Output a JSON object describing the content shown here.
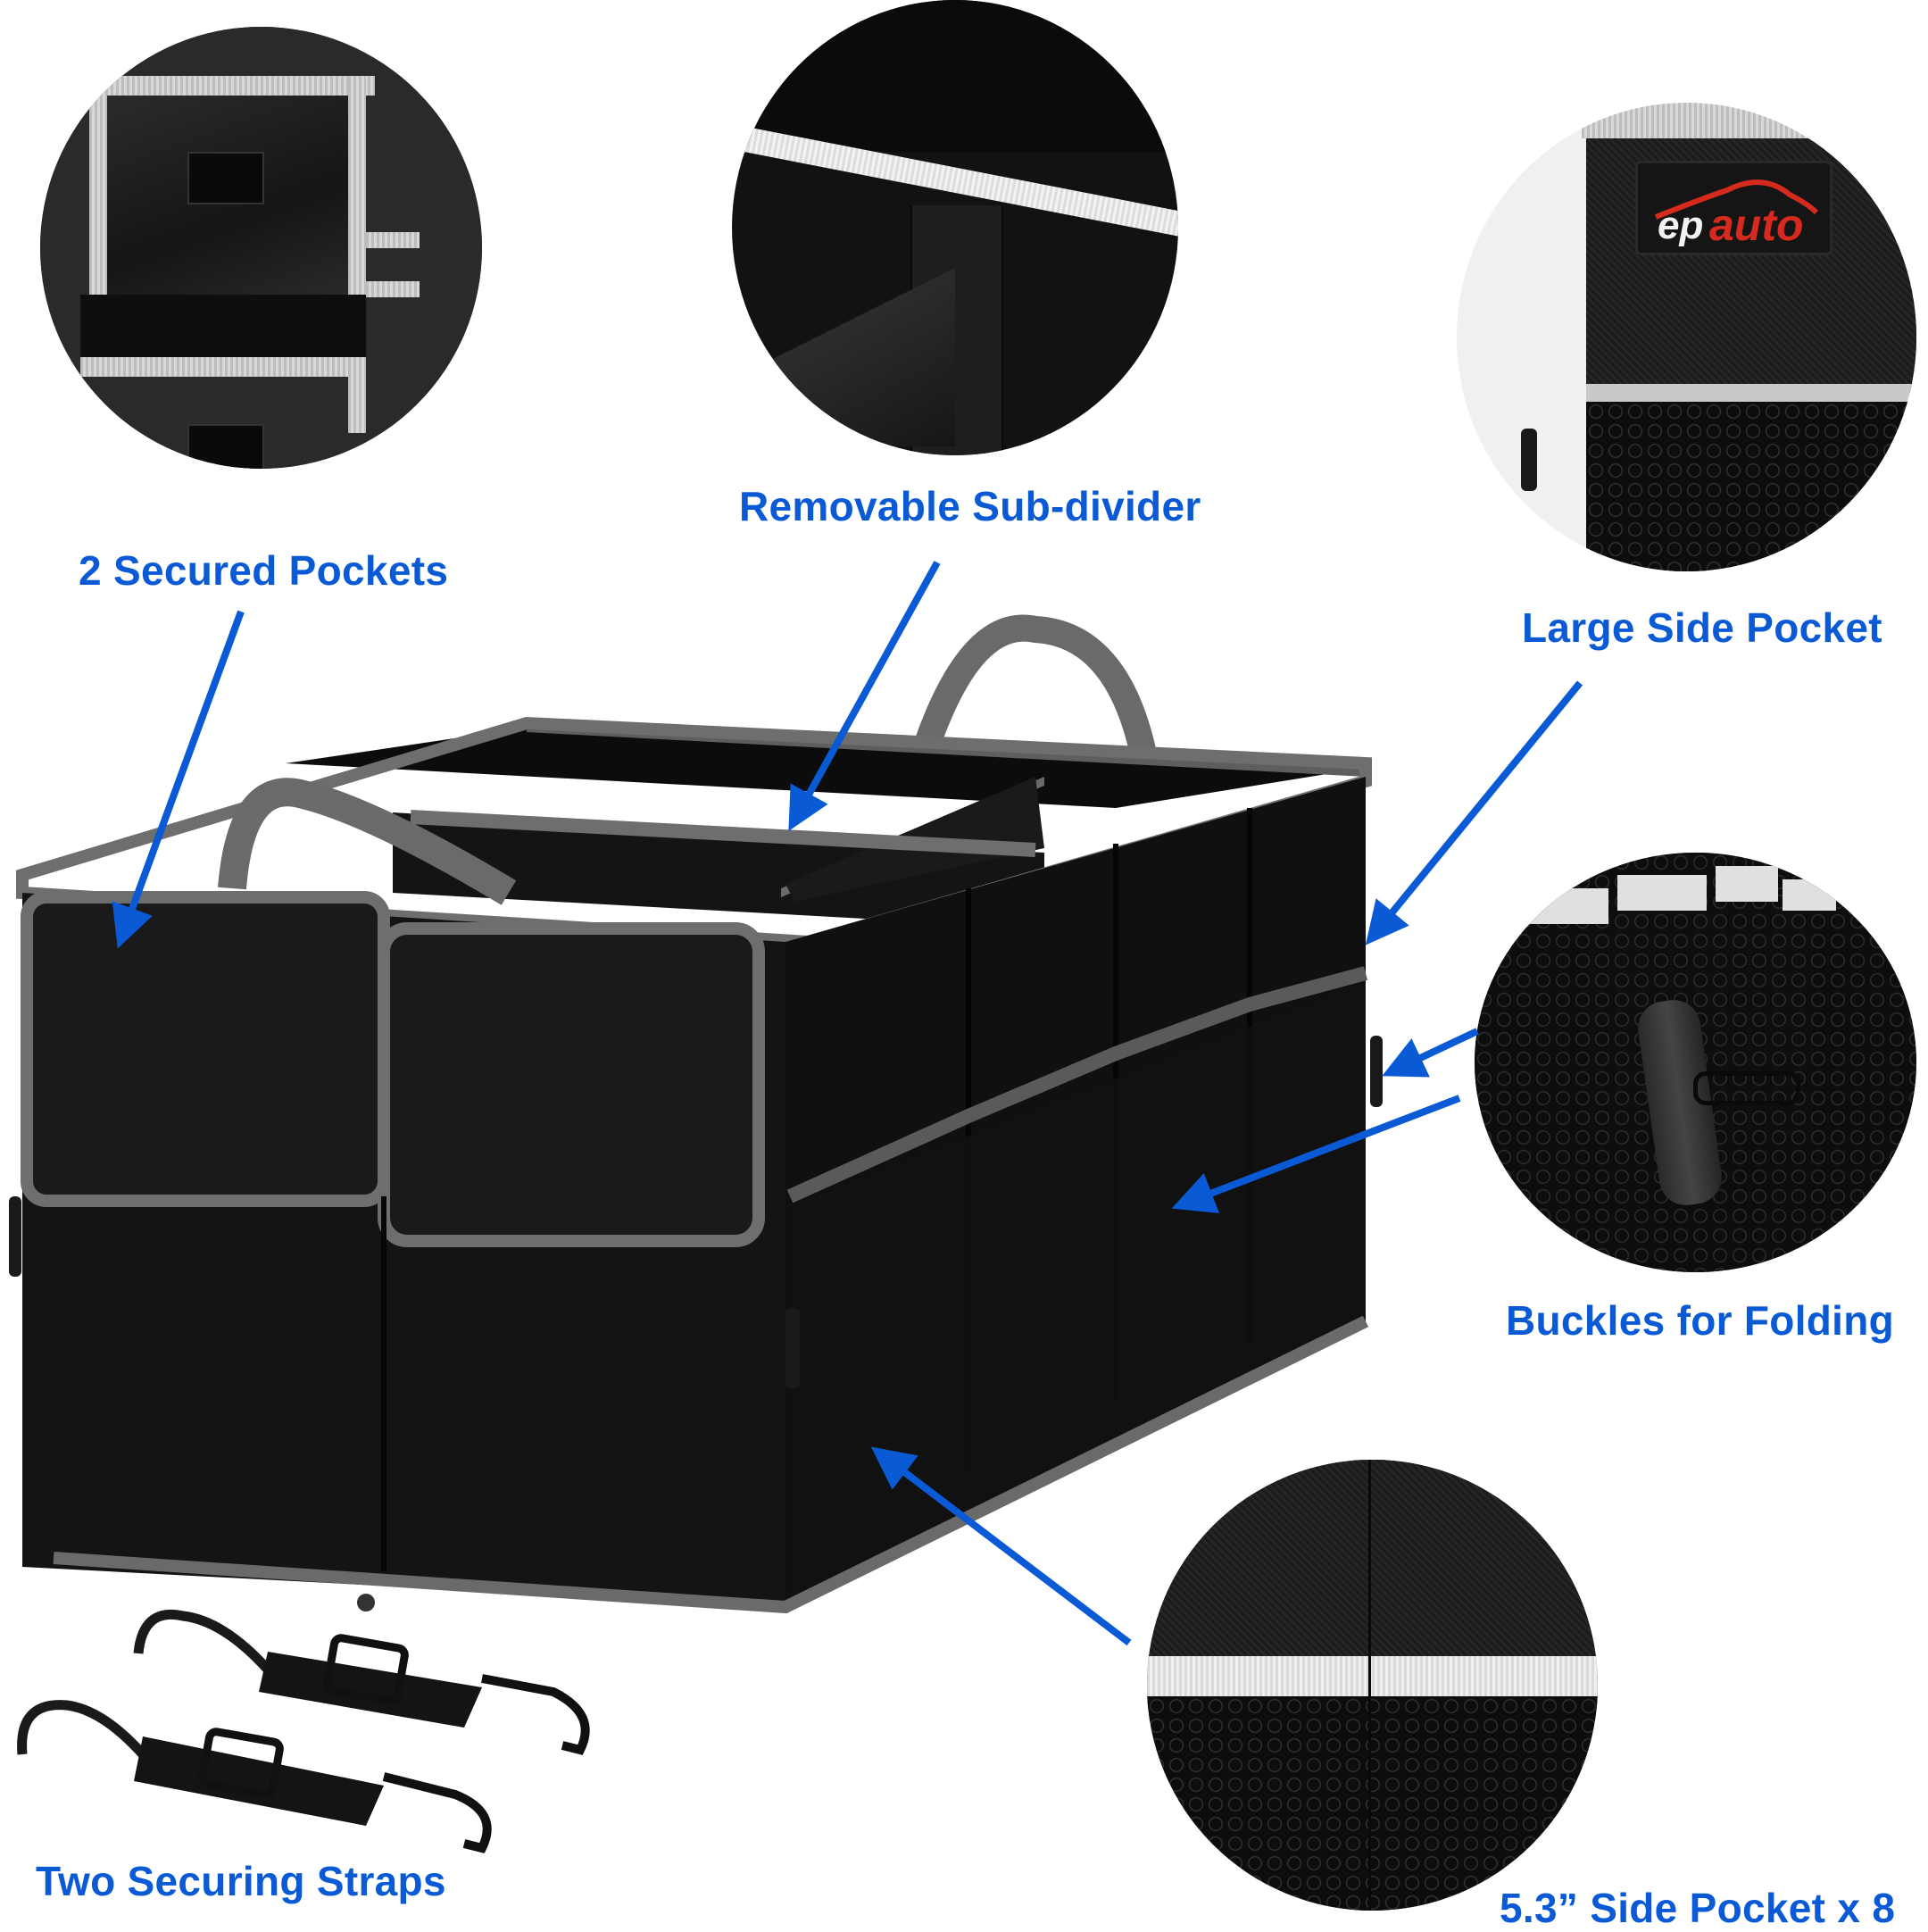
{
  "features": [
    {
      "id": "secured-pockets",
      "label": "2 Secured Pockets"
    },
    {
      "id": "sub-divider",
      "label": "Removable Sub-divider"
    },
    {
      "id": "side-pocket",
      "label": "Large Side Pocket"
    },
    {
      "id": "buckles",
      "label": "Buckles for Folding"
    },
    {
      "id": "small-pockets",
      "label": "5.3” Side Pocket x 8"
    },
    {
      "id": "straps",
      "label": "Two Securing Straps"
    }
  ],
  "brand": {
    "logo_left": "ep",
    "logo_right": "auto"
  },
  "colors": {
    "accent": "#0a5ad6",
    "fabric": "#111111",
    "trim": "#6e6e6e",
    "logo_red": "#d62a1e"
  }
}
